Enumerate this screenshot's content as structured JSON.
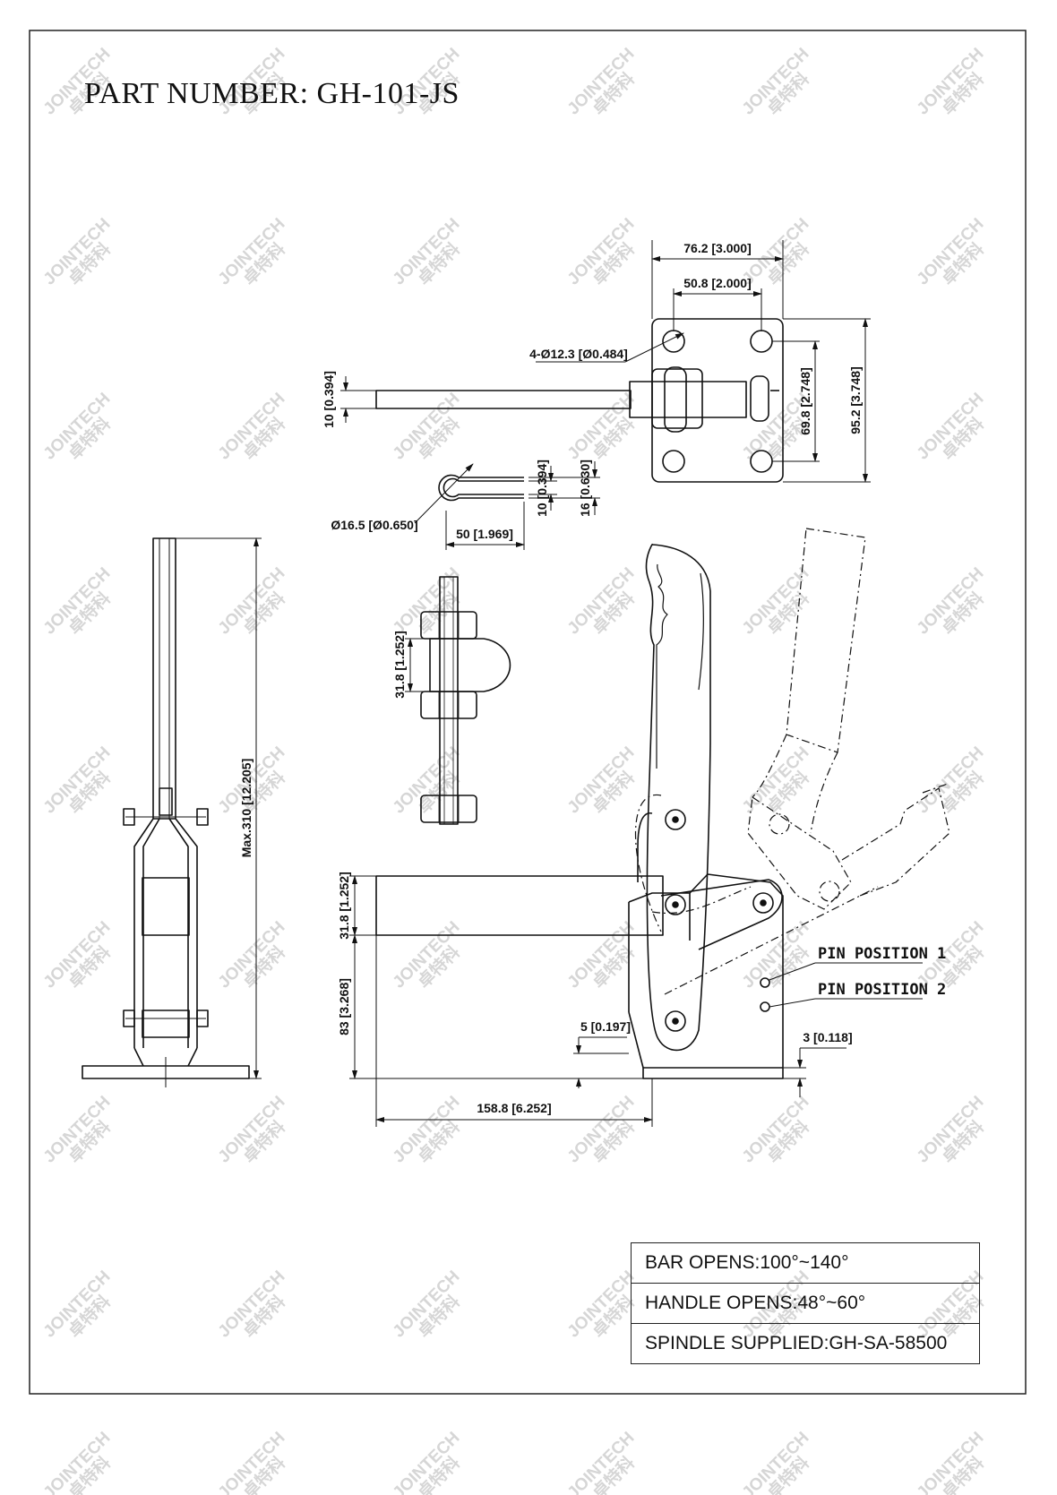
{
  "title": "PART NUMBER:  GH-101-JS",
  "watermark": {
    "text": "JOINTECH",
    "sub": "卓特科"
  },
  "dimensions": {
    "overall_width": "76.2 [3.000]",
    "hole_spacing_x": "50.8 [2.000]",
    "hole_dia": "4-Ø12.3 [Ø0.484]",
    "bar_thickness_top": "10 [0.394]",
    "hole_spacing_y": "69.8 [2.748]",
    "base_height": "95.2 [3.748]",
    "clip_gap": "10 [0.394]",
    "clip_height": "16 [0.630]",
    "clip_dia": "Ø16.5 [Ø0.650]",
    "clip_length": "50 [1.969]",
    "spindle_pad": "31.8 [1.252]",
    "max_height": "Max.310 [12.205]",
    "bar_height": "31.8 [1.252]",
    "base_to_bar": "83 [3.268]",
    "offset_5": "5 [0.197]",
    "offset_3": "3 [0.118]",
    "bar_length": "158.8 [6.252]"
  },
  "labels": {
    "pin_position_1": "PIN POSITION 1",
    "pin_position_2": "PIN POSITION 2"
  },
  "specs": [
    "BAR OPENS:100°~140°",
    "HANDLE OPENS:48°~60°",
    "SPINDLE SUPPLIED:GH-SA-58500"
  ]
}
